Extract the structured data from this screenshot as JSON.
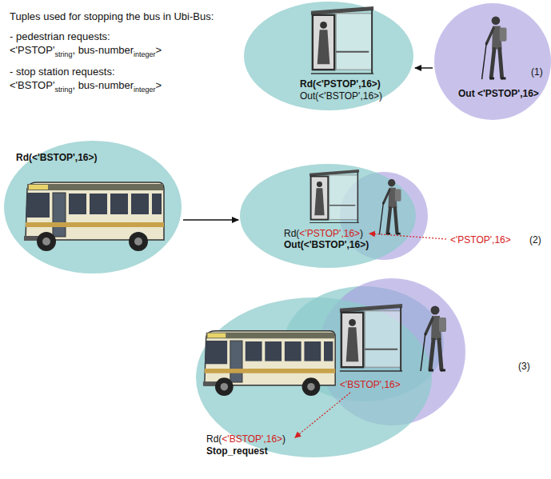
{
  "diagram": {
    "nodes": [
      {
        "text": [
          "Rd(<'PSTOP',16>)",
          "Out(<'BSTOP',16>)"
        ]
      },
      {
        "text": [
          "Out <'PSTOP',16>"
        ]
      },
      {
        "text": [
          "Rd(<'BSTOP',16>)"
        ]
      },
      {
        "text": [
          "Rd(",
          "<'PSTOP',16>",
          ")",
          "Out(<'BSTOP',16>)"
        ]
      },
      {
        "text": [
          "Rd(",
          "<'BSTOP',16>",
          ")",
          "Stop_request"
        ]
      }
    ],
    "edges": [
      {
        "from": 1,
        "to": 0,
        "arrow": "to"
      },
      {
        "from": 2,
        "to": 3,
        "arrow": "to"
      }
    ],
    "labels": [
      "Tuples used for stopping the bus in Ubi-Bus:",
      "- pedestrian requests:",
      "<'PSTOP'",
      "string",
      ", bus-number",
      "integer",
      ">",
      "- stop station requests:",
      "<'BSTOP'",
      "string",
      ", bus-number",
      "integer",
      ">",
      "(1)",
      "<'PSTOP',16>",
      "(2)",
      "<'BSTOP',16>",
      "(3)"
    ]
  }
}
